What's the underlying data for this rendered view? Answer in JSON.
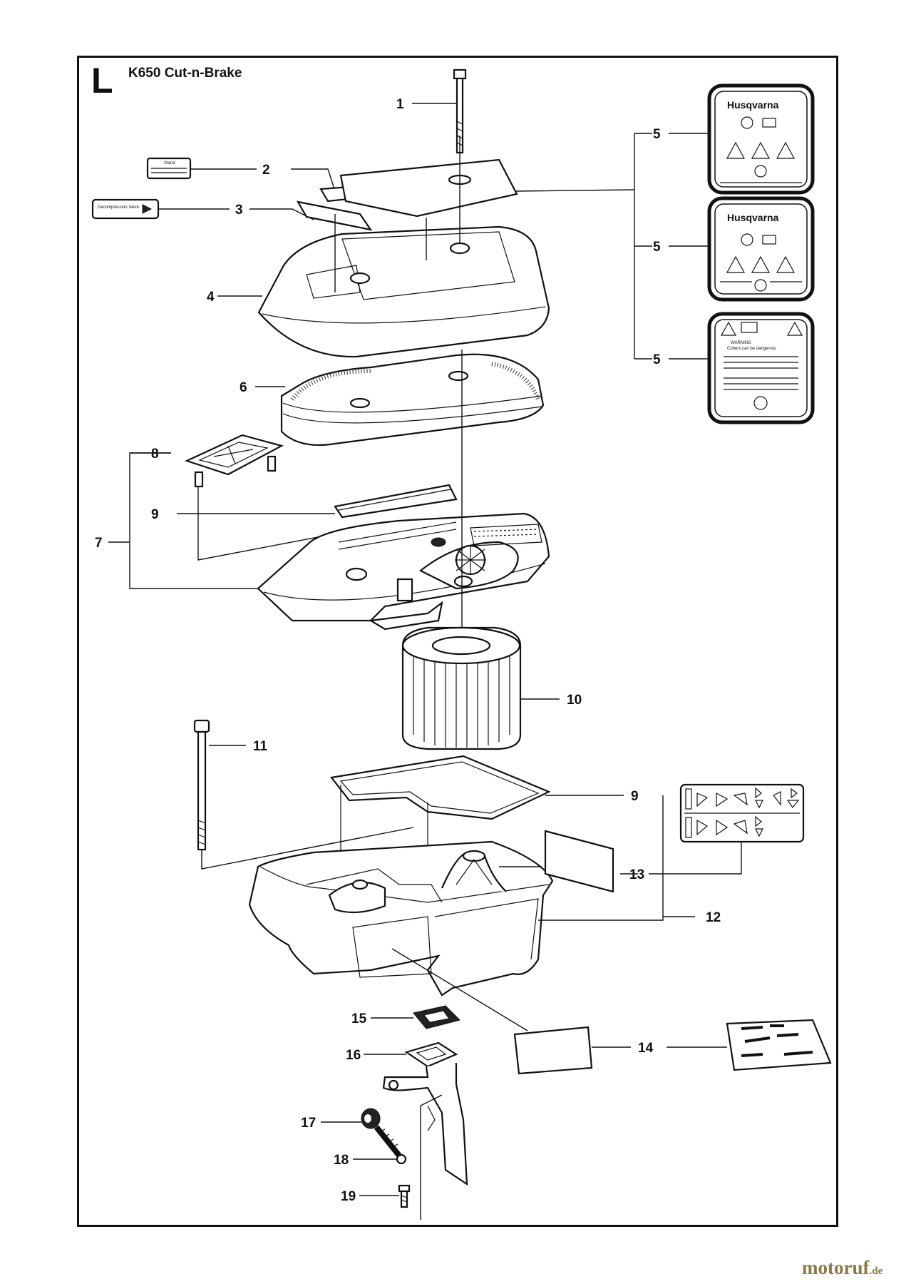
{
  "header": {
    "section_letter": "L",
    "model": "K650 Cut-n-Brake"
  },
  "labels": {
    "brand": "Husqvarna",
    "warning_title": "WARNING",
    "warning_sub": "Cutters can be dangerous",
    "decal2_title": "Stand",
    "decal3_title": "Decompression Valve"
  },
  "watermark": {
    "brand": "motoruf",
    "tld": ".de"
  },
  "callouts": [
    "1",
    "2",
    "3",
    "4",
    "5",
    "5",
    "5",
    "6",
    "7",
    "8",
    "9",
    "9",
    "10",
    "11",
    "12",
    "13",
    "14",
    "15",
    "16",
    "17",
    "18",
    "19"
  ]
}
